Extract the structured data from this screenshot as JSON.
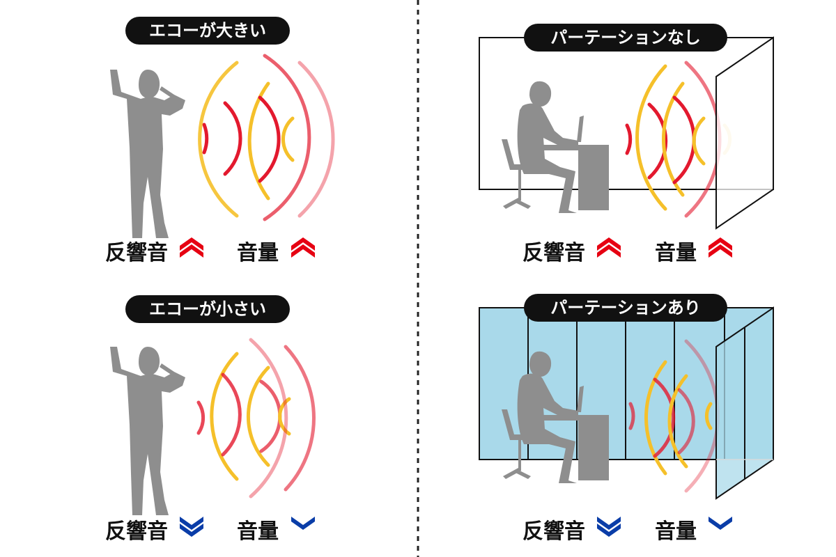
{
  "panels": [
    {
      "title": "エコーが大きい",
      "labels": [
        "反響音",
        "音量"
      ],
      "reverb": "up",
      "volume": "up"
    },
    {
      "title": "エコーが小さい",
      "labels": [
        "反響音",
        "音量"
      ],
      "reverb": "down-double",
      "volume": "down-single"
    },
    {
      "title": "パーテーションなし",
      "labels": [
        "反響音",
        "音量"
      ],
      "reverb": "up",
      "volume": "up"
    },
    {
      "title": "パーテーションあり",
      "labels": [
        "反響音",
        "音量"
      ],
      "reverb": "down-double",
      "volume": "down-single"
    }
  ],
  "colors": {
    "up": "#e60012",
    "down": "#0a3da8",
    "wave_red": "#e3192e",
    "wave_yellow": "#f5c02a",
    "partition": "#a9d9ea",
    "person": "#8e8e8e"
  }
}
